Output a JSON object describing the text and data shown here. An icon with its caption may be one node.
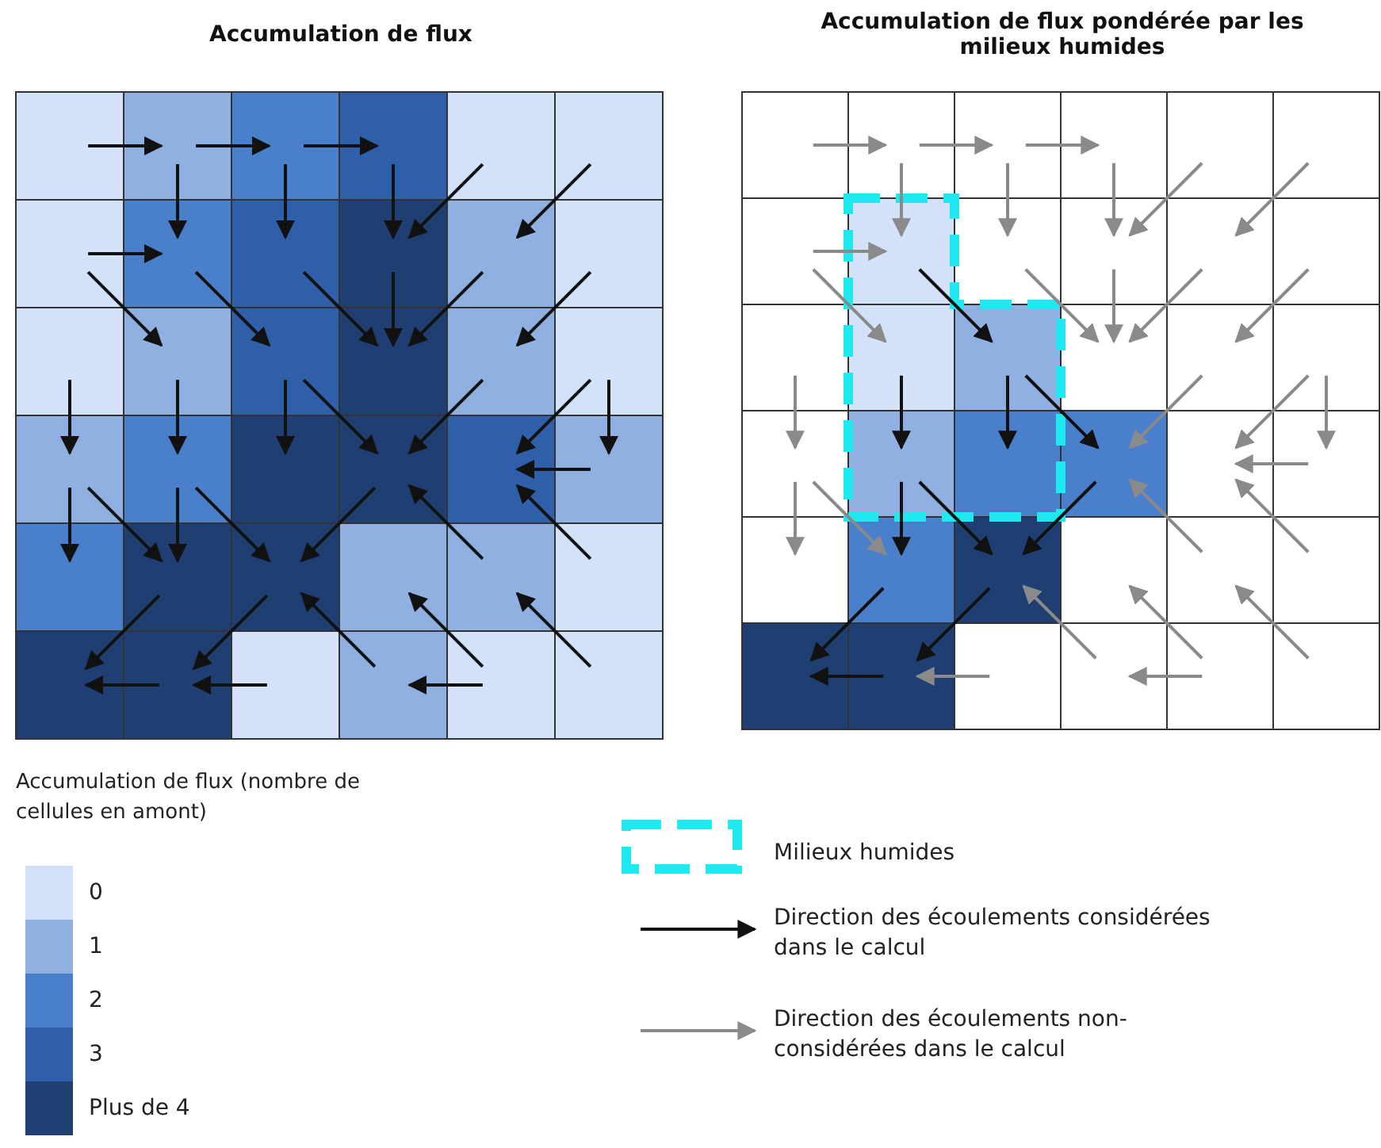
{
  "diagram": {
    "labels": [
      "Accumulation de flux",
      "Accumulation de flux pondérée par les milieux humides",
      "Accumulation de flux (nombre de cellules en amont)"
    ],
    "legend": [
      {
        "text": "0",
        "color": "#d3e2f8"
      },
      {
        "text": "1",
        "color": "#8fb0e0"
      },
      {
        "text": "2",
        "color": "#4a7fcc"
      },
      {
        "text": "3",
        "color": "#2f5fa8"
      },
      {
        "text": "Plus de 4",
        "color": "#1f3f73"
      },
      {
        "text": "Milieux humides"
      },
      {
        "text": "Direction des écoulements considérées dans le calcul"
      },
      {
        "text": "Direction des écoulements non-considérées dans le calcul"
      }
    ]
  }
}
